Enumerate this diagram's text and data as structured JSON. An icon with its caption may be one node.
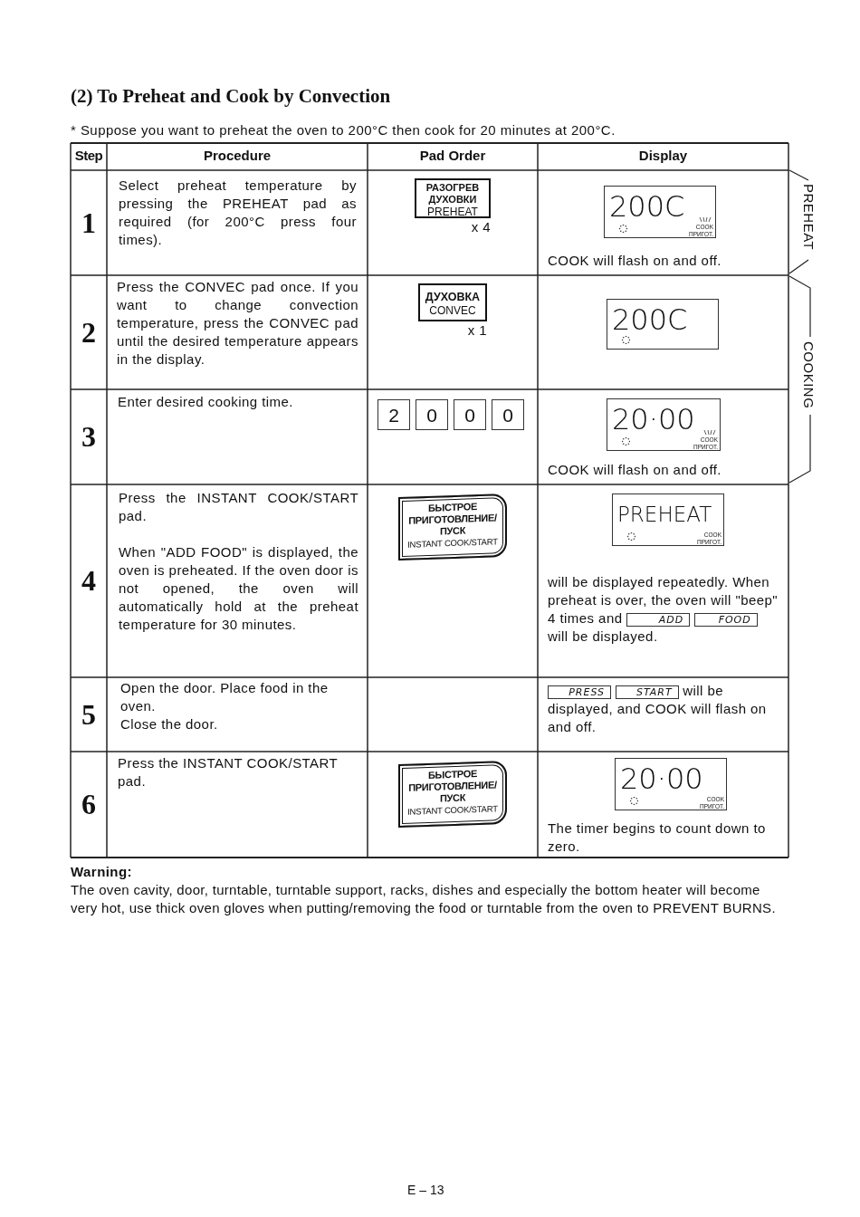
{
  "diagram": {
    "title": "(2) To Preheat and Cook by Convection",
    "nodes": [
      {
        "text": [
          "РАЗОГРЕВ ДУХОВКИ",
          "PREHEAT"
        ],
        "beside": [
          "x 4"
        ]
      },
      {
        "text": [
          "200C",
          "COOK",
          "ПРИГОТ."
        ]
      },
      {
        "text": [
          "ДУХОВКА",
          "CONVEC"
        ],
        "beside": [
          "x 1"
        ]
      },
      {
        "text": [
          "200C"
        ]
      },
      {
        "text": [
          "2"
        ]
      },
      {
        "text": [
          "0"
        ]
      },
      {
        "text": [
          "0"
        ]
      },
      {
        "text": [
          "0"
        ]
      },
      {
        "text": [
          "20·00",
          "COOK",
          "ПРИГОТ."
        ]
      },
      {
        "text": [
          "БЫСТРОЕ ПРИГОТОВЛЕНИЕ/ ПУСК",
          "INSTANT COOK/START"
        ]
      },
      {
        "text": [
          "PREHEAT",
          "COOK",
          "ПРИГОТ."
        ]
      },
      {
        "text": [
          "ADD"
        ]
      },
      {
        "text": [
          "FOOD"
        ]
      },
      {
        "text": [
          "PRESS"
        ]
      },
      {
        "text": [
          "START"
        ]
      },
      {
        "text": [
          "БЫСТРОЕ ПРИГОТОВЛЕНИЕ/ ПУСК",
          "INSTANT COOK/START"
        ]
      },
      {
        "text": [
          "20·00",
          "COOK",
          "ПРИГОТ."
        ]
      }
    ],
    "labels": [
      "* Suppose you want to preheat the oven to 200°C then cook for 20 minutes at 200°C.",
      "Step",
      "Procedure",
      "Pad Order",
      "Display",
      "1",
      "Select preheat temperature by pressing the PREHEAT pad as required (for 200°C press four times).",
      "COOK will flash on and off.",
      "PREHEAT",
      "2",
      "Press the CONVEC pad once. If you want to change convection temperature, press the CONVEC pad until the desired temperature appears in the display.",
      "COOKING",
      "3",
      "Enter desired cooking time.",
      "COOK will flash on and off.",
      "4",
      "Press the INSTANT COOK/START pad.",
      "When \"ADD FOOD\" is displayed, the oven is preheated.  If the oven door is not opened, the oven will automatically hold at the preheat temperature for 30 minutes.",
      "will be displayed repeatedly. When preheat is over, the oven will \"beep\" 4 times and",
      "will be displayed.",
      "5",
      "Open the door. Place food in the oven.",
      "Close the door.",
      "will be displayed, and COOK will flash on and off.",
      "6",
      "Press the INSTANT COOK/START pad.",
      "The timer begins to count  down to zero.",
      "Warning:",
      "The oven cavity, door, turntable, turntable support, racks, dishes and especially the bottom heater will become very hot,  use thick oven gloves when putting/removing the food or turntable from the oven to PREVENT BURNS.",
      "E – 13"
    ]
  }
}
